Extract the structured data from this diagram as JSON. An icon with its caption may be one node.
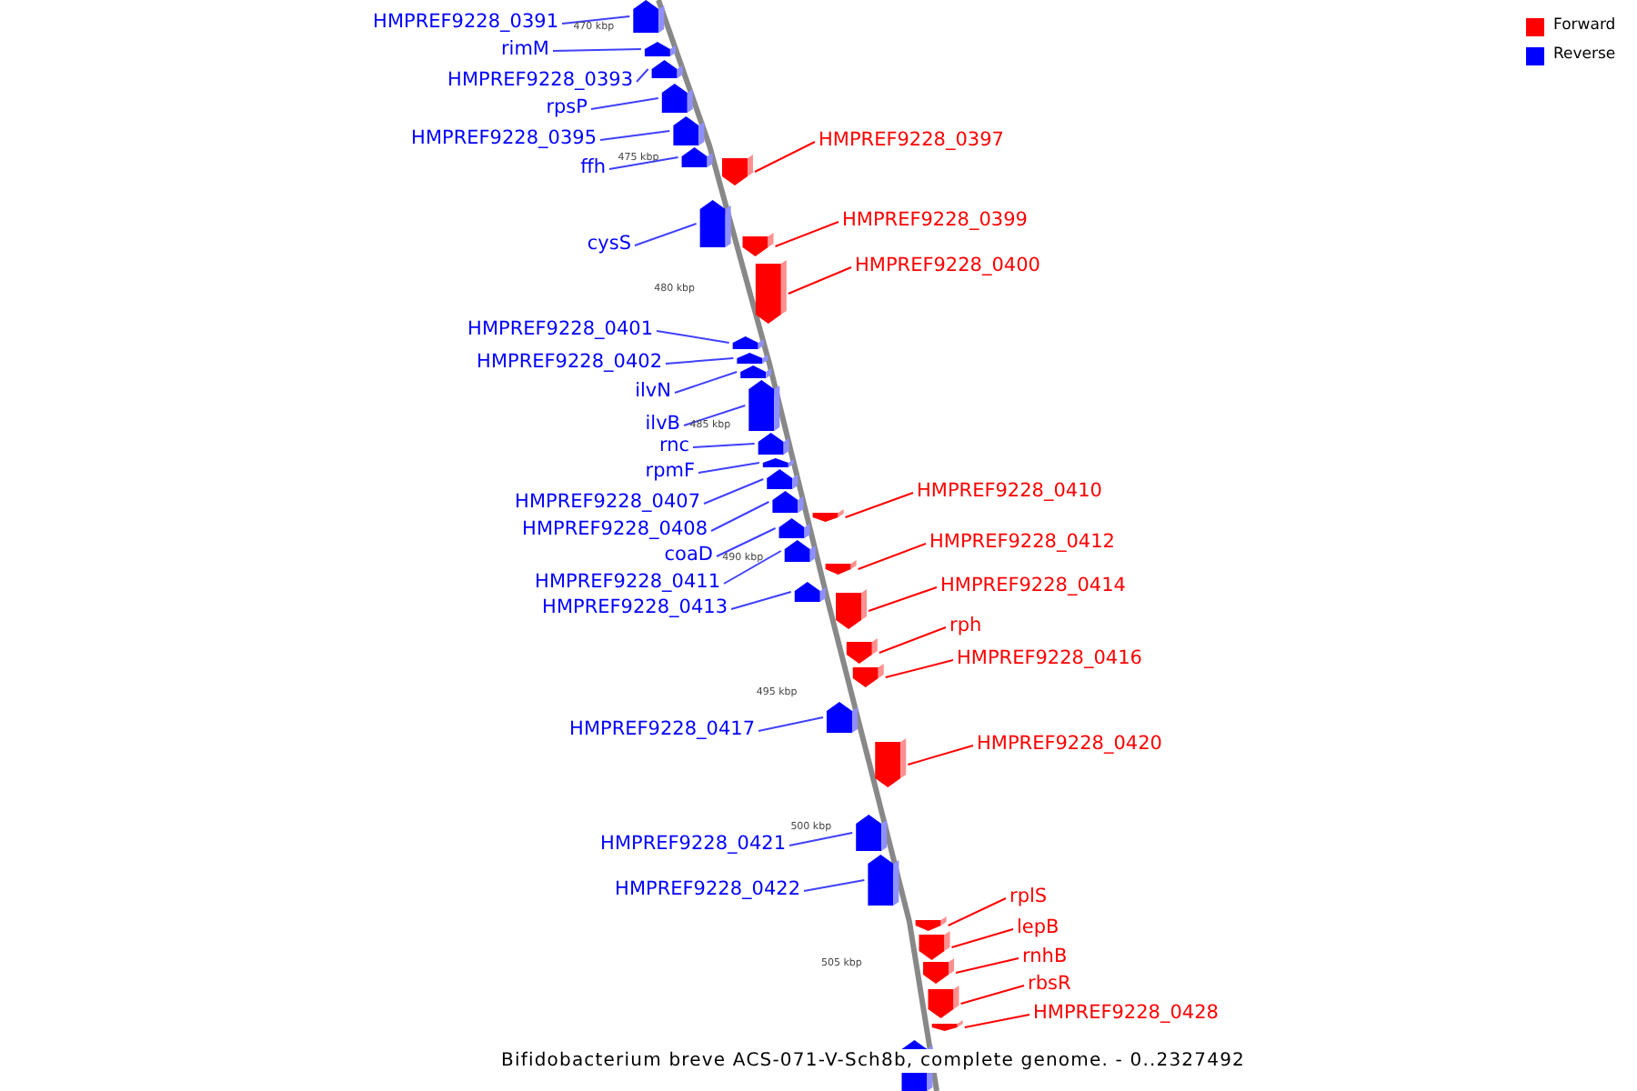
{
  "diagram": {
    "caption": "Bifidobacterium breve ACS-071-V-Sch8b, complete genome. - 0..2327492",
    "nodes": [
      {
        "text": [
          "HMPREF9228_0391"
        ]
      },
      {
        "text": [],
        "shape": "box"
      },
      {
        "text": [
          "rimM"
        ]
      },
      {
        "text": [],
        "shape": "box"
      },
      {
        "text": [
          "HMPREF9228_0393"
        ]
      },
      {
        "text": [],
        "shape": "box"
      },
      {
        "text": [
          "rpsP"
        ]
      },
      {
        "text": [],
        "shape": "box"
      },
      {
        "text": [
          "HMPREF9228_0395"
        ]
      },
      {
        "text": [],
        "shape": "box"
      },
      {
        "text": [
          "HMPREF9228_0397"
        ]
      },
      {
        "text": [],
        "shape": "box"
      },
      {
        "text": [
          "ffh"
        ]
      },
      {
        "text": [],
        "shape": "box"
      },
      {
        "text": [
          "HMPREF9228_0399"
        ]
      },
      {
        "text": [],
        "shape": "box"
      },
      {
        "text": [
          "cysS"
        ]
      },
      {
        "text": [],
        "shape": "box"
      },
      {
        "text": [
          "HMPREF9228_0400"
        ]
      },
      {
        "text": [],
        "shape": "box"
      },
      {
        "text": [
          "HMPREF9228_0401"
        ]
      },
      {
        "text": [],
        "shape": "box"
      },
      {
        "text": [
          "HMPREF9228_0402"
        ]
      },
      {
        "text": [],
        "shape": "box"
      },
      {
        "text": [
          "ilvN"
        ]
      },
      {
        "text": [],
        "shape": "box"
      },
      {
        "text": [
          "ilvB"
        ]
      },
      {
        "text": [],
        "shape": "box"
      },
      {
        "text": [
          "rnc"
        ]
      },
      {
        "text": [],
        "shape": "box"
      },
      {
        "text": [
          "rpmF"
        ]
      },
      {
        "text": [],
        "shape": "box"
      },
      {
        "text": [
          "HMPREF9228_0410"
        ]
      },
      {
        "text": [],
        "shape": "box"
      },
      {
        "text": [
          "HMPREF9228_0407"
        ]
      },
      {
        "text": [],
        "shape": "box"
      },
      {
        "text": [
          "HMPREF9228_0408"
        ]
      },
      {
        "text": [],
        "shape": "box"
      },
      {
        "text": [
          "HMPREF9228_0412"
        ]
      },
      {
        "text": [],
        "shape": "box"
      },
      {
        "text": [
          "coaD"
        ]
      },
      {
        "text": [],
        "shape": "box"
      },
      {
        "text": [
          "HMPREF9228_0411"
        ]
      },
      {
        "text": [],
        "shape": "box"
      },
      {
        "text": [
          "HMPREF9228_0414"
        ]
      },
      {
        "text": [],
        "shape": "box"
      },
      {
        "text": [
          "HMPREF9228_0413"
        ]
      },
      {
        "text": [],
        "shape": "box"
      },
      {
        "text": [
          "rph"
        ]
      },
      {
        "text": [],
        "shape": "box"
      },
      {
        "text": [
          "HMPREF9228_0416"
        ]
      },
      {
        "text": [],
        "shape": "box"
      },
      {
        "text": [
          "HMPREF9228_0417"
        ]
      },
      {
        "text": [],
        "shape": "box"
      },
      {
        "text": [
          "HMPREF9228_0420"
        ]
      },
      {
        "text": [],
        "shape": "box"
      },
      {
        "text": [
          "HMPREF9228_0421"
        ]
      },
      {
        "text": [],
        "shape": "box"
      },
      {
        "text": [
          "HMPREF9228_0422"
        ]
      },
      {
        "text": [],
        "shape": "box"
      },
      {
        "text": [
          "rplS"
        ]
      },
      {
        "text": [],
        "shape": "box"
      },
      {
        "text": [
          "lepB"
        ]
      },
      {
        "text": [],
        "shape": "box"
      },
      {
        "text": [
          "rnhB"
        ]
      },
      {
        "text": [],
        "shape": "box"
      },
      {
        "text": [
          "rbsR"
        ]
      },
      {
        "text": [],
        "shape": "box"
      },
      {
        "text": [
          "HMPREF9228_0428"
        ]
      },
      {
        "text": [],
        "shape": "box"
      },
      {
        "text": [],
        "shape": "box"
      }
    ],
    "edges": [
      {
        "from": 0,
        "to": 1,
        "arrow": "none"
      },
      {
        "from": 2,
        "to": 3,
        "arrow": "none"
      },
      {
        "from": 4,
        "to": 5,
        "arrow": "none"
      },
      {
        "from": 6,
        "to": 7,
        "arrow": "none"
      },
      {
        "from": 8,
        "to": 9,
        "arrow": "none"
      },
      {
        "from": 10,
        "to": 11,
        "arrow": "none",
        "color": "#ff0000"
      },
      {
        "from": 12,
        "to": 13,
        "arrow": "none"
      },
      {
        "from": 14,
        "to": 15,
        "arrow": "none",
        "color": "#ff0000"
      },
      {
        "from": 16,
        "to": 17,
        "arrow": "none"
      },
      {
        "from": 18,
        "to": 19,
        "arrow": "none",
        "color": "#ff0000"
      },
      {
        "from": 20,
        "to": 21,
        "arrow": "none"
      },
      {
        "from": 22,
        "to": 23,
        "arrow": "none"
      },
      {
        "from": 24,
        "to": 25,
        "arrow": "none"
      },
      {
        "from": 26,
        "to": 27,
        "arrow": "none"
      },
      {
        "from": 28,
        "to": 29,
        "arrow": "none"
      },
      {
        "from": 30,
        "to": 31,
        "arrow": "none"
      },
      {
        "from": 32,
        "to": 33,
        "arrow": "none",
        "color": "#ff0000"
      },
      {
        "from": 34,
        "to": 35,
        "arrow": "none"
      },
      {
        "from": 36,
        "to": 37,
        "arrow": "none"
      },
      {
        "from": 38,
        "to": 39,
        "arrow": "none",
        "color": "#ff0000"
      },
      {
        "from": 40,
        "to": 41,
        "arrow": "none"
      },
      {
        "from": 42,
        "to": 43,
        "arrow": "none"
      },
      {
        "from": 44,
        "to": 45,
        "arrow": "none",
        "color": "#ff0000"
      },
      {
        "from": 46,
        "to": 47,
        "arrow": "none"
      },
      {
        "from": 48,
        "to": 49,
        "arrow": "none",
        "color": "#ff0000"
      },
      {
        "from": 50,
        "to": 51,
        "arrow": "none",
        "color": "#ff0000"
      },
      {
        "from": 52,
        "to": 53,
        "arrow": "none"
      },
      {
        "from": 54,
        "to": 55,
        "arrow": "none",
        "color": "#ff0000"
      },
      {
        "from": 56,
        "to": 57,
        "arrow": "none"
      },
      {
        "from": 58,
        "to": 59,
        "arrow": "none"
      },
      {
        "from": 60,
        "to": 61,
        "arrow": "none",
        "color": "#ff0000"
      },
      {
        "from": 62,
        "to": 63,
        "arrow": "none",
        "color": "#ff0000"
      },
      {
        "from": 64,
        "to": 65,
        "arrow": "none",
        "color": "#ff0000"
      },
      {
        "from": 66,
        "to": 67,
        "arrow": "none",
        "color": "#ff0000"
      },
      {
        "from": 68,
        "to": 69,
        "arrow": "none",
        "color": "#ff0000"
      }
    ],
    "labels": [
      "470 kbp",
      "475 kbp",
      "480 kbp",
      "485 kbp",
      "490 kbp",
      "495 kbp",
      "500 kbp",
      "505 kbp"
    ],
    "legend": [
      {
        "text": "Forward",
        "color": "#ff0000"
      },
      {
        "text": "Reverse",
        "color": "#0000ff"
      }
    ]
  }
}
